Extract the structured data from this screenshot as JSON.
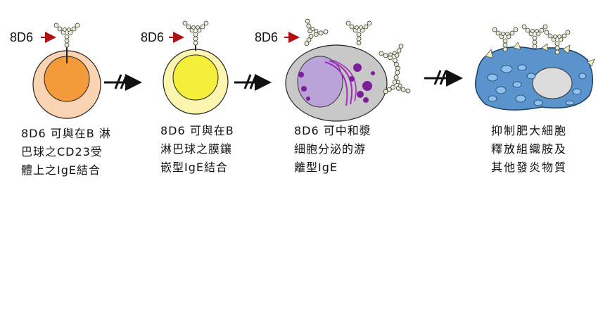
{
  "antibody_label": "8D6",
  "colors": {
    "b_cell_outer": "#f9d3b2",
    "b_cell_inner": "#f39a3a",
    "b_cell2_outer": "#fbf5b0",
    "b_cell2_inner": "#f5ee3a",
    "plasma_cell": "#c8c8c8",
    "plasma_nucleus": "#b9a3d8",
    "granule": "#7d1f9a",
    "mast_cell": "#5b94cc",
    "arrow_red": "#b01010"
  },
  "stages": [
    {
      "lines": [
        "8D6 可與在B 淋",
        "巴球之CD23受",
        "體上之IgE結合"
      ]
    },
    {
      "lines": [
        "8D6 可與在B",
        "淋巴球之膜鑲",
        "嵌型IgE結合"
      ]
    },
    {
      "lines": [
        "8D6 可中和漿",
        "細胞分泌的游",
        "離型IgE"
      ]
    },
    {
      "lines": [
        "抑制肥大細胞",
        "釋放組織胺及",
        "其他發炎物質"
      ]
    }
  ]
}
